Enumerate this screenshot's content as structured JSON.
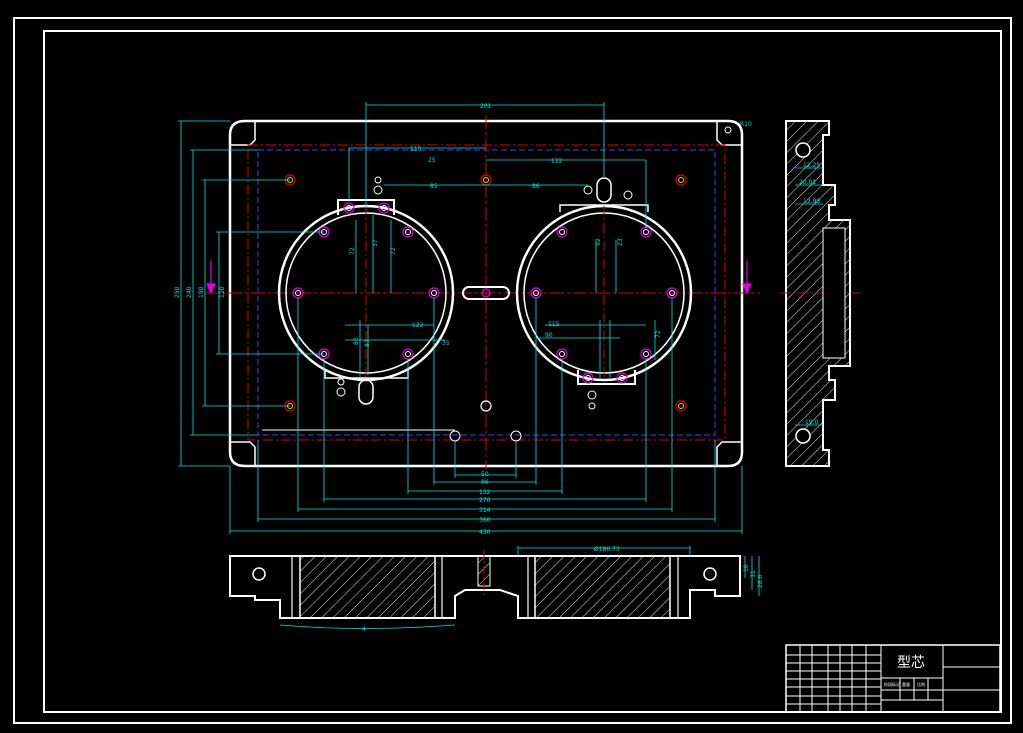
{
  "title_block": {
    "part_name": "型芯",
    "label_stage": "阶段标记",
    "label_ratio": "比例",
    "label_weight": "重量"
  },
  "dimensions": {
    "top_width": "201",
    "d115": "115",
    "d25": "25",
    "d132": "132",
    "d85": "85",
    "d86": "86",
    "d50": "50",
    "d86b": "86",
    "d132b": "132",
    "d270": "270",
    "d314": "314",
    "d360": "360",
    "d430": "430",
    "h250": "250",
    "h240": "240",
    "h190": "190",
    "h120": "120",
    "r10": "R10",
    "d72a": "72",
    "d37": "37",
    "d72b": "72",
    "d122": "122",
    "d35": "35",
    "d80": "80",
    "d97": "97",
    "d92": "92",
    "d115b": "115",
    "d90": "90",
    "d23": "23",
    "d72c": "72",
    "phi": "Ø186.73",
    "s10": "10",
    "s31": "31",
    "s286": "28.6",
    "t1": "4",
    "side1": "12.25",
    "side2": "20.01",
    "side3": "12.98",
    "side4": "19.0"
  },
  "colors": {
    "outline": "#ffffff",
    "dimension": "#00e5e5",
    "centerline": "#e00000",
    "hidden": "#4040ff",
    "arrow": "#e000e0",
    "hole_inner": "#e0e000"
  }
}
